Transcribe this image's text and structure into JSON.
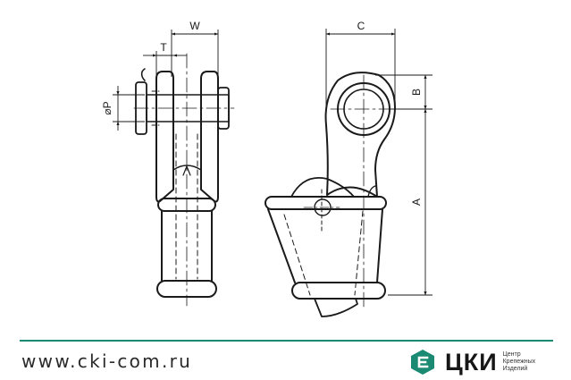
{
  "drawing": {
    "dimensions": {
      "width": "W",
      "thickness": "T",
      "pin_diameter": "⌀P",
      "offset": "C",
      "eye_offset": "B",
      "length": "A"
    }
  },
  "footer": {
    "url": "www.cki-com.ru",
    "brand": "ЦКИ",
    "tagline": [
      "Центр",
      "Крепежных",
      "Изделий"
    ],
    "accent_color": "#1a8a73"
  }
}
